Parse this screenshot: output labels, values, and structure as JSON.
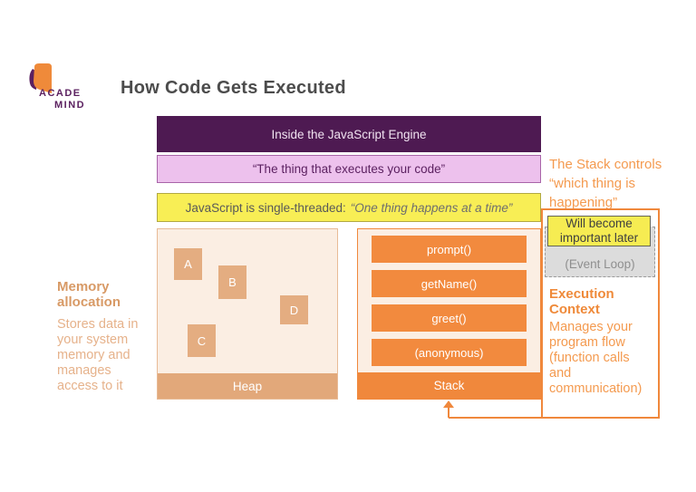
{
  "logo": {
    "line1": "ACADE",
    "line2": "MIND"
  },
  "title": "How Code Gets Executed",
  "engine": {
    "header": "Inside the JavaScript Engine",
    "subtitle": "“The thing that executes your code”",
    "threading_label": "JavaScript is single-threaded:",
    "threading_quote": "“One thing happens at a time”"
  },
  "heap": {
    "label": "Heap",
    "blocks": [
      "A",
      "B",
      "C",
      "D"
    ]
  },
  "stack": {
    "label": "Stack",
    "frames": [
      "prompt()",
      "getName()",
      "greet()",
      "(anonymous)"
    ]
  },
  "annotations": {
    "memory": {
      "title": "Memory\nallocation",
      "body": "Stores data in\nyour system\nmemory and\nmanages\naccess to it"
    },
    "stack_controls": "The Stack controls\n“which thing is\nhappening”",
    "event_loop": {
      "note": "Will become\nimportant later",
      "label": "(Event Loop)"
    },
    "execution_context": {
      "title": "Execution\nContext",
      "body": "Manages your\nprogram flow\n(function calls\nand\ncommunication)"
    }
  },
  "colors": {
    "purple_dark": "#4e1a52",
    "pink": "#edc1ed",
    "yellow": "#f8ee55",
    "orange": "#f0883c",
    "tan": "#e2a87a",
    "peach_bg": "#fbeee3",
    "gray_box": "#dcdcdc"
  }
}
